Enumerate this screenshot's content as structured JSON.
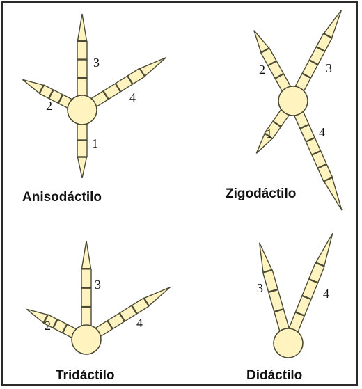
{
  "colors": {
    "fill": "#fff4bf",
    "stroke": "#4a4a36",
    "frame": "#2b2b2b"
  },
  "feet": [
    {
      "name": "anisodactilo",
      "label": "Anisodáctilo",
      "toes": [
        {
          "number": "1",
          "direction": "down",
          "segments": 2
        },
        {
          "number": "2",
          "direction": "left",
          "segments": 3
        },
        {
          "number": "3",
          "direction": "up",
          "segments": 3
        },
        {
          "number": "4",
          "direction": "right",
          "segments": 4
        }
      ]
    },
    {
      "name": "zigodactilo",
      "label": "Zigodáctilo",
      "toes": [
        {
          "number": "1",
          "direction": "down-left",
          "segments": 2
        },
        {
          "number": "2",
          "direction": "up-left",
          "segments": 3
        },
        {
          "number": "3",
          "direction": "up-right",
          "segments": 4
        },
        {
          "number": "4",
          "direction": "down-right",
          "segments": 5
        }
      ]
    },
    {
      "name": "tridactilo",
      "label": "Tridáctilo",
      "toes": [
        {
          "number": "2",
          "direction": "left",
          "segments": 3
        },
        {
          "number": "3",
          "direction": "up",
          "segments": 3
        },
        {
          "number": "4",
          "direction": "right",
          "segments": 4
        }
      ]
    },
    {
      "name": "didactilo",
      "label": "Didáctilo",
      "toes": [
        {
          "number": "3",
          "direction": "up-left",
          "segments": 3
        },
        {
          "number": "4",
          "direction": "up-right",
          "segments": 4
        }
      ]
    }
  ]
}
